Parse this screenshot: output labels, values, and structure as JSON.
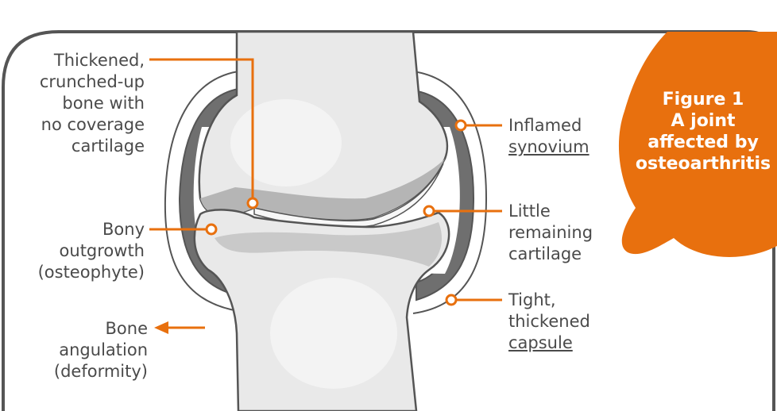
{
  "figure": {
    "number": "Figure 1",
    "title_lines": [
      "A joint",
      "affected by",
      "osteoarthritis"
    ]
  },
  "labels": {
    "thickened_bone": [
      "Thickened,",
      "crunched-up",
      "bone with",
      "no coverage",
      "cartilage"
    ],
    "bony_outgrowth": [
      "Bony",
      "outgrowth",
      "(osteophyte)"
    ],
    "bone_angulation": [
      "Bone",
      "angulation",
      "(deformity)"
    ],
    "synovium": {
      "line1": "Inflamed",
      "line2": "synovium"
    },
    "cartilage": [
      "Little",
      "remaining",
      "cartilage"
    ],
    "capsule": {
      "line1": "Tight,",
      "line2": "thickened",
      "line3": "capsule"
    }
  },
  "colors": {
    "accent": "#e8700e",
    "frame": "#555555",
    "bone": "#e9e9e9",
    "bone_dark": "#b5b5b5",
    "synovium": "#6f6f6f",
    "cartilage": "#f7f7f7",
    "text": "#4a4a4a"
  }
}
